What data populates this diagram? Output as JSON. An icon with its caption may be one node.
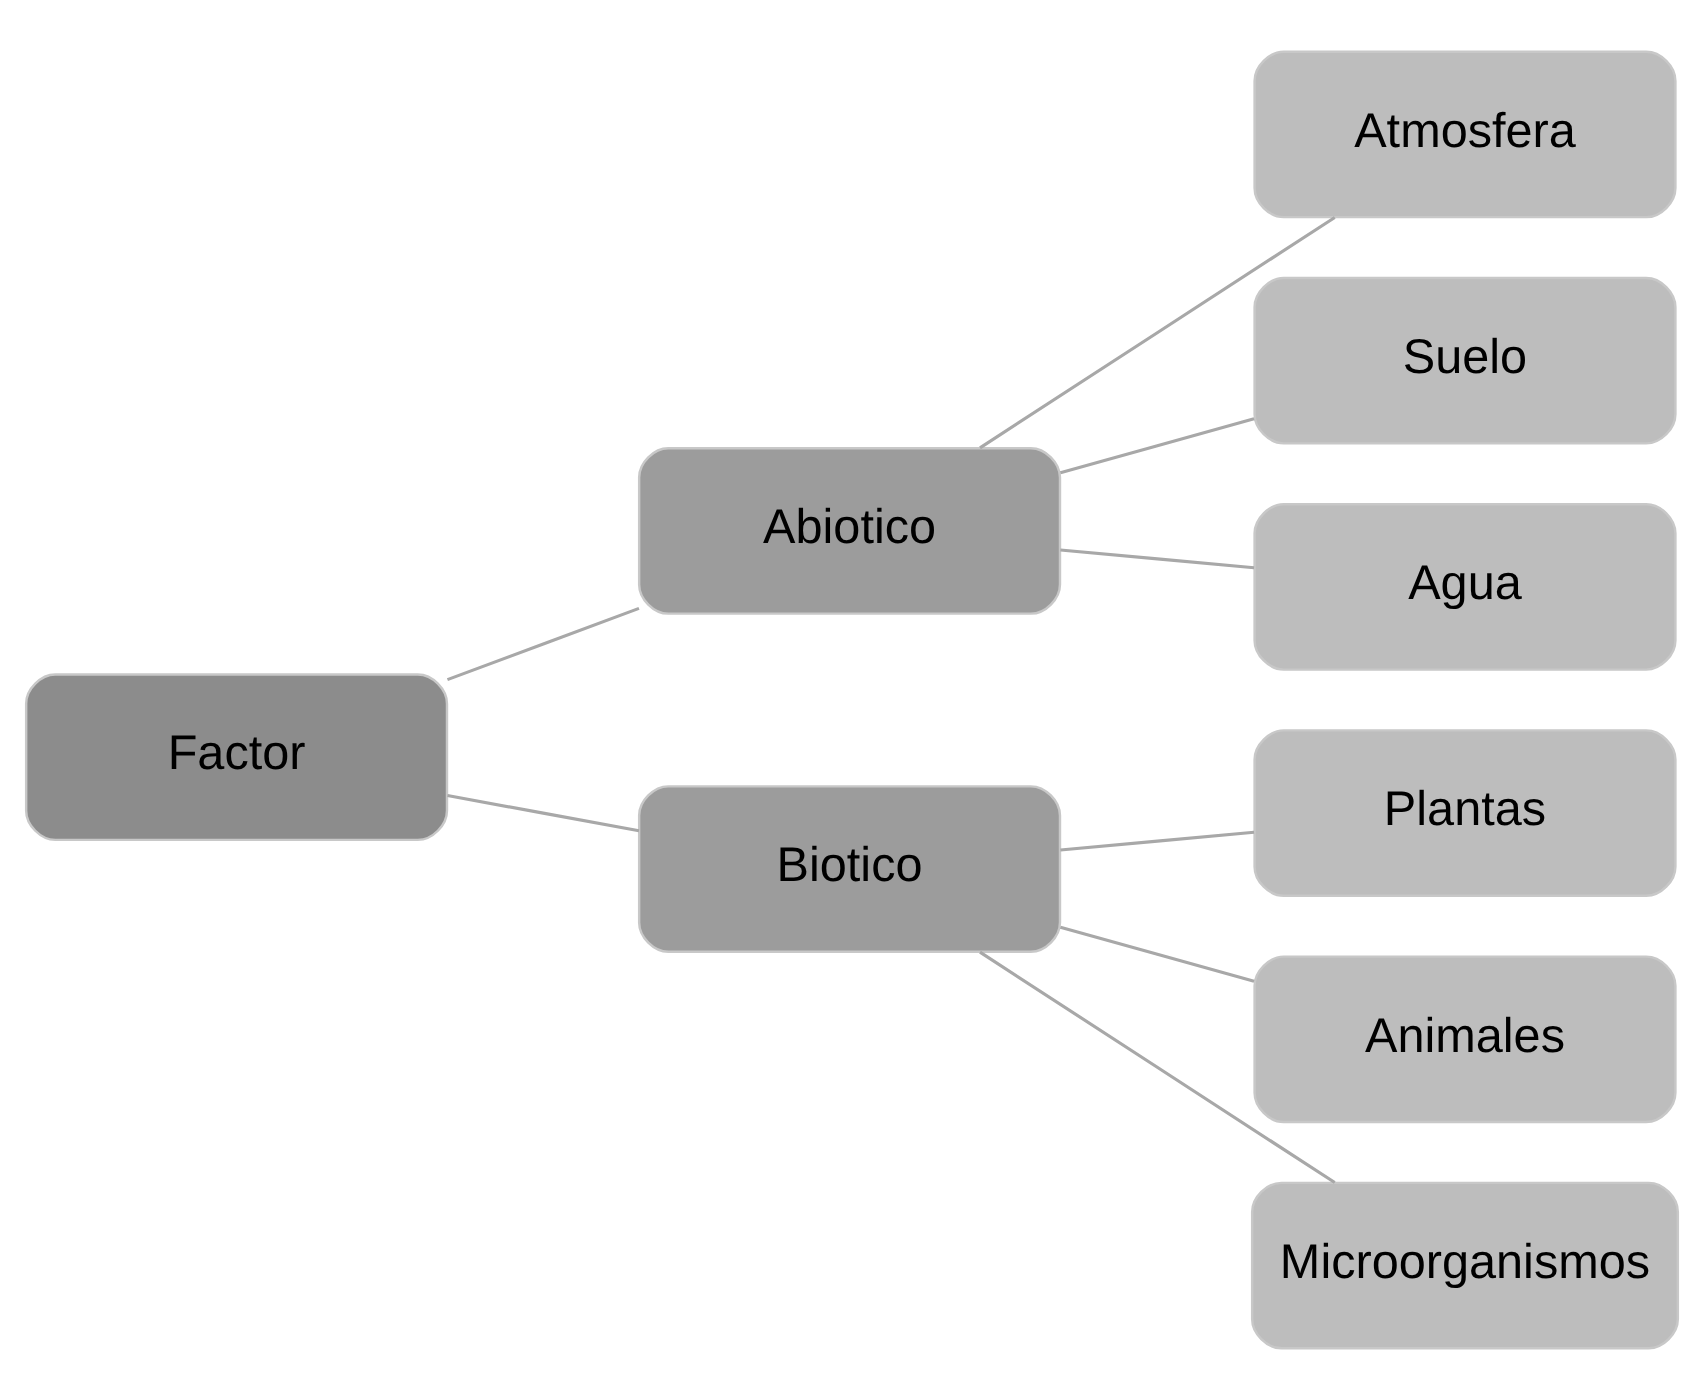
{
  "diagram": {
    "nodes": [
      {
        "text": [
          "Factor"
        ]
      },
      {
        "text": [
          "Abiotico"
        ]
      },
      {
        "text": [
          "Atmosfera"
        ]
      },
      {
        "text": [
          "Suelo"
        ]
      },
      {
        "text": [
          "Agua"
        ]
      },
      {
        "text": [
          "Biotico"
        ]
      },
      {
        "text": [
          "Plantas"
        ]
      },
      {
        "text": [
          "Animales"
        ]
      },
      {
        "text": [
          "Microorganismos"
        ]
      }
    ],
    "edges": [
      {
        "from": 0,
        "to": 1,
        "arrow": "none"
      },
      {
        "from": 1,
        "to": 2,
        "arrow": "none"
      },
      {
        "from": 1,
        "to": 3,
        "arrow": "none"
      },
      {
        "from": 1,
        "to": 4,
        "arrow": "none"
      },
      {
        "from": 0,
        "to": 5,
        "arrow": "none"
      },
      {
        "from": 5,
        "to": 6,
        "arrow": "none"
      },
      {
        "from": 5,
        "to": 7,
        "arrow": "none"
      },
      {
        "from": 5,
        "to": 8,
        "arrow": "none"
      }
    ]
  }
}
